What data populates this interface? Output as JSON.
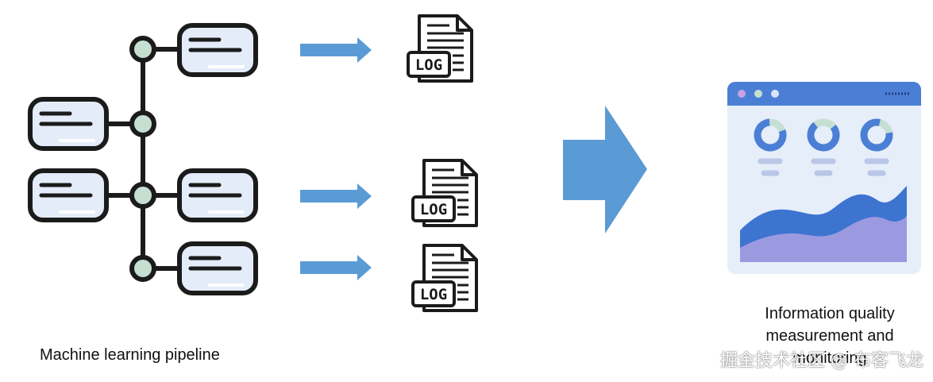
{
  "diagram": {
    "log_label": "LOG",
    "left_caption": "Machine learning pipeline",
    "right_caption": "Information quality measurement and monitoring",
    "watermark": "掘金技术社区 @ 布客飞龙"
  },
  "colors": {
    "arrow": "#5b9bd5",
    "node_fill": "#c6dfd3",
    "box_fill": "#e4ecf9",
    "outline": "#1b1b1b",
    "dashboard_bg": "#e6eefa",
    "dashboard_bar": "#4b7fd6",
    "wave_dark": "#3d74cf",
    "wave_light": "#9b9ae0",
    "pill": "#b9c6e6"
  }
}
